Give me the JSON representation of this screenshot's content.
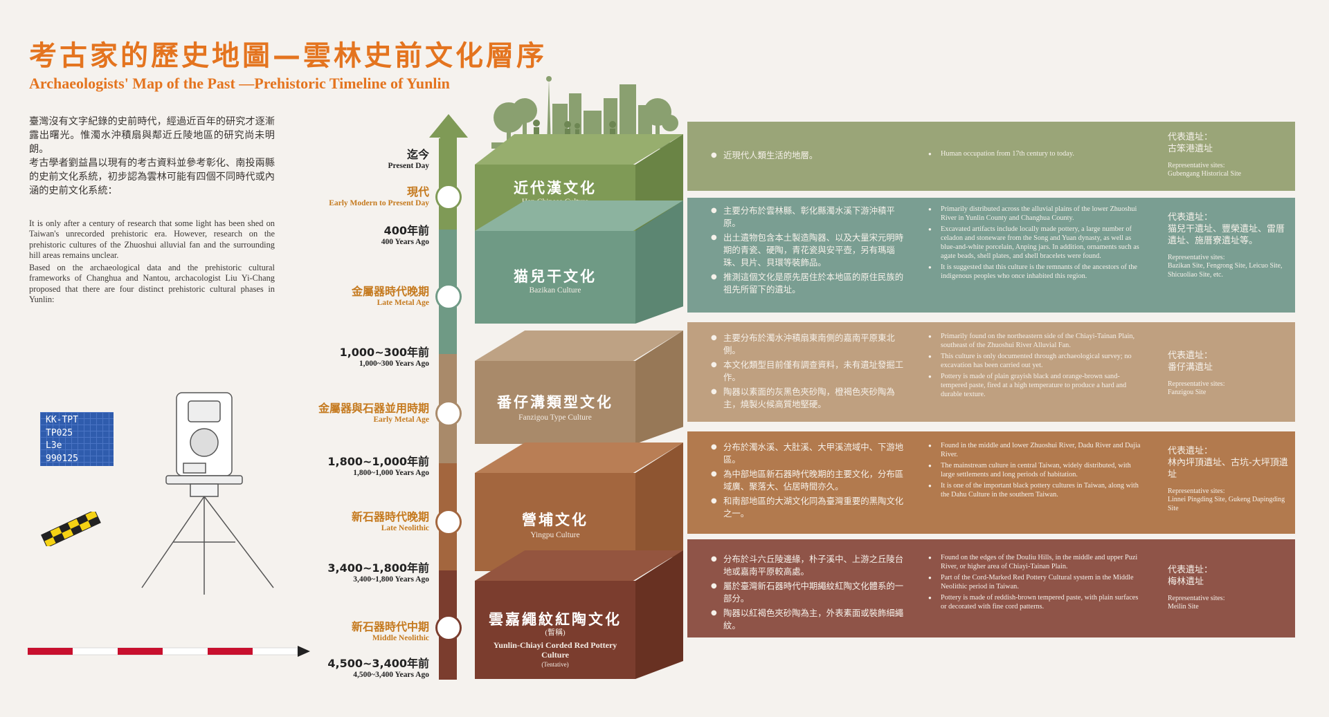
{
  "title": {
    "zh": "考古家的歷史地圖—雲林史前文化層序",
    "en": "Archaeologists' Map of the Past —Prehistoric Timeline of Yunlin"
  },
  "intro": {
    "zh_p1": "臺灣沒有文字紀錄的史前時代，經過近百年的研究才逐漸露出曙光。惟濁水沖積扇與鄰近丘陵地區的研究尚未明朗。",
    "zh_p2": "考古學者劉益昌以現有的考古資料並參考彰化、南投兩縣的史前文化系統，初步認為雲林可能有四個不同時代或內涵的史前文化系統：",
    "en_p1": "It is only after a century of research that some light has been shed on Taiwan's unrecorded prehistoric era. However, research on the prehistoric cultures of the Zhuoshui alluvial fan and the surrounding hill areas remains unclear.",
    "en_p2": "Based on the archaeological data and the prehistoric cultural frameworks of Changhua and Nantou, archacologist Liu Yi-Chang proposed that there are four distinct prehistoric cultural phases in Yunlin:"
  },
  "timeline": {
    "present": {
      "zh": "迄今",
      "en": "Present Day"
    },
    "labels": [
      {
        "zh": "現代",
        "en": "Early Modern to Present Day",
        "kind": "period"
      },
      {
        "zh": "400年前",
        "en": "400 Years Ago",
        "kind": "date"
      },
      {
        "zh": "金屬器時代晚期",
        "en": "Late Metal Age",
        "kind": "period"
      },
      {
        "zh": "1,000~300年前",
        "en": "1,000~300 Years Ago",
        "kind": "date"
      },
      {
        "zh": "金屬器與石器並用時期",
        "en": "Early Metal Age",
        "kind": "period"
      },
      {
        "zh": "1,800~1,000年前",
        "en": "1,800~1,000 Years Ago",
        "kind": "date"
      },
      {
        "zh": "新石器時代晚期",
        "en": "Late Neolithic",
        "kind": "period"
      },
      {
        "zh": "3,400~1,800年前",
        "en": "3,400~1,800 Years Ago",
        "kind": "date"
      },
      {
        "zh": "新石器時代中期",
        "en": "Middle Neolithic",
        "kind": "period"
      },
      {
        "zh": "4,500~3,400年前",
        "en": "4,500~3,400 Years Ago",
        "kind": "date"
      }
    ]
  },
  "colors": {
    "period_text": "#c57a1f",
    "title": "#e4741f"
  },
  "cultures": [
    {
      "zh": "近代漢文化",
      "en": "Han Chinese Culture",
      "note_zh": "",
      "note_en": "",
      "front": "#7f9a56",
      "top": "#97ae6e",
      "side": "#6a8445",
      "panel": "#9aa578",
      "bullets_zh": [
        "近現代人類生活的地層。"
      ],
      "bullets_en": [
        "Human occupation from 17th century to today."
      ],
      "rep_zh_h": "代表遺址：",
      "rep_zh": "古笨港遺址",
      "rep_en_h": "Representative sites:",
      "rep_en": "Gubengang Historical Site"
    },
    {
      "zh": "猫兒干文化",
      "en": "Bazikan Culture",
      "note_zh": "",
      "note_en": "",
      "front": "#6f9a85",
      "top": "#8cb39f",
      "side": "#5c8672",
      "panel": "#7a9e92",
      "bullets_zh": [
        "主要分布於雲林縣、彰化縣濁水溪下游沖積平原。",
        "出土遺物包含本土製造陶器、以及大量宋元明時期的青瓷、硬陶，青花瓷與安平壺，另有瑪瑙珠、貝片、貝環等裝飾品。",
        "推測這個文化是原先居住於本地區的原住民族的祖先所留下的遺址。"
      ],
      "bullets_en": [
        "Primarily distributed across the alluvial plains of the lower Zhuoshui River in Yunlin County and Changhua County.",
        "Excavated artifacts include locally made pottery, a large number of celadon and stoneware from the Song and Yuan dynasty, as well as blue-and-white porcelain, Anping jars. In addition, ornaments such as agate beads, shell plates, and shell bracelets were found.",
        "It is suggested that this culture is the remnants of the ancestors of the indigenous peoples who once inhabited this region."
      ],
      "rep_zh_h": "代表遺址：",
      "rep_zh": "猫兒干遺址、豐榮遺址、雷厝遺址、施厝寮遺址等。",
      "rep_en_h": "Representative sites:",
      "rep_en": "Bazikan Site, Fengrong Site, Leicuo Site, Shicuoliao Site, etc."
    },
    {
      "zh": "番仔溝類型文化",
      "en": "Fanzigou Type Culture",
      "note_zh": "",
      "note_en": "",
      "front": "#a98a6a",
      "top": "#bea284",
      "side": "#977857",
      "panel": "#bfa080",
      "bullets_zh": [
        "主要分布於濁水沖積扇東南側的嘉南平原東北側。",
        "本文化類型目前僅有調查資料，未有遺址發掘工作。",
        "陶器以素面的灰黑色夾砂陶，橙褐色夾砂陶為主，燒製火候高質地堅硬。"
      ],
      "bullets_en": [
        "Primarily found on the northeastern side of the Chiayi-Tainan Plain, southeast of the Zhuoshui River Alluvial Fan.",
        "This culture is only documented through archaeological survey; no excavation has been carried out yet.",
        "Pottery is made of plain grayish black and orange-brown sand-tempered paste, fired at a high temperature to produce a hard and durable texture."
      ],
      "rep_zh_h": "代表遺址：",
      "rep_zh": "番仔溝遺址",
      "rep_en_h": "Representative sites:",
      "rep_en": "Fanzigou Site"
    },
    {
      "zh": "營埔文化",
      "en": "Yingpu Culture",
      "note_zh": "",
      "note_en": "",
      "front": "#a3663e",
      "top": "#b97e55",
      "side": "#8e5531",
      "panel": "#b27a4e",
      "bullets_zh": [
        "分布於濁水溪、大肚溪、大甲溪流域中、下游地區。",
        "為中部地區新石器時代晚期的主要文化，分布區域廣、聚落大、佔居時間亦久。",
        "和南部地區的大湖文化同為臺灣重要的黑陶文化之一。"
      ],
      "bullets_en": [
        "Found in the middle and lower Zhuoshui River, Dadu River and Dajia River.",
        "The mainstream culture in central Taiwan, widely distributed, with large settlements and long periods of habitation.",
        "It is one of the important black pottery cultures in Taiwan, along with the Dahu Culture in the southern Taiwan."
      ],
      "rep_zh_h": "代表遺址：",
      "rep_zh": "林內坪頂遺址、古坑-大坪頂遺址",
      "rep_en_h": "Representative sites:",
      "rep_en": "Linnei Pingding Site, Gukeng Dapingding Site"
    },
    {
      "zh": "雲嘉繩紋紅陶文化",
      "en": "Yunlin-Chiayi Corded Red Pottery Culture",
      "note_zh": "(暫稱)",
      "note_en": "(Tentative)",
      "front": "#7b3d2e",
      "top": "#94553f",
      "side": "#683122",
      "panel": "#8f5448",
      "bullets_zh": [
        "分布於斗六丘陵邊緣，朴子溪中、上游之丘陵台地或嘉南平原較高處。",
        "屬於臺灣新石器時代中期繩紋紅陶文化體系的一部分。",
        "陶器以紅褐色夾砂陶為主，外表素面或裝飾細繩紋。"
      ],
      "bullets_en": [
        "Found on the edges of the Douliu Hills, in the middle and upper Puzi River, or higher area of Chiayi-Tainan Plain.",
        "Part of the Cord-Marked Red Pottery Cultural system in the Middle Neolithic period in Taiwan.",
        "Pottery is made of reddish-brown tempered paste, with plain surfaces or decorated with fine cord patterns."
      ],
      "rep_zh_h": "代表遺址：",
      "rep_zh": "梅林遺址",
      "rep_en_h": "Representative sites:",
      "rep_en": "Meilin Site"
    }
  ],
  "badge": {
    "lines": [
      "KK-TPT",
      "TP025",
      "L3e",
      "990125"
    ]
  }
}
